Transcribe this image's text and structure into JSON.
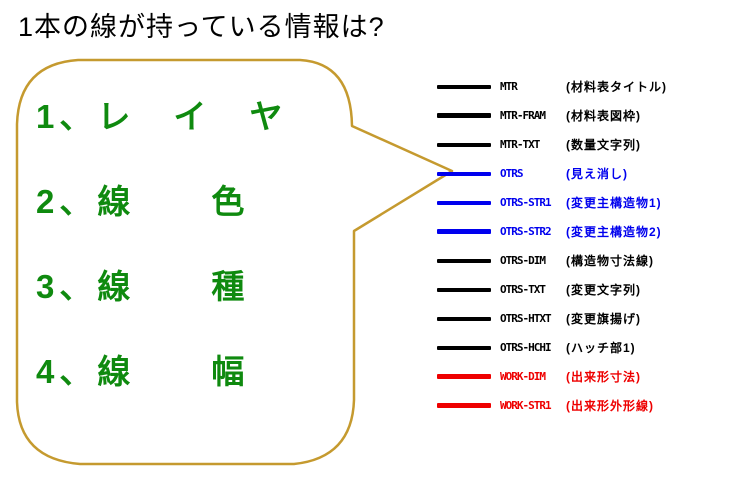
{
  "title": "1本の線が持っている情報は?",
  "bubble": {
    "border_color": "#C59A2F",
    "text_color": "#0F8A0F",
    "items": [
      "1、レ　イ　ヤ",
      "2、線　　色",
      "3、線　　種",
      "4、線　　幅"
    ]
  },
  "legend": {
    "colors": {
      "black": "#000000",
      "blue": "#0000EE",
      "red": "#EE0000"
    },
    "rows": [
      {
        "layer": "MTR",
        "desc": "(材料表タイトル)",
        "color": "#000000",
        "thickness": 4
      },
      {
        "layer": "MTR-FRAM",
        "desc": "(材料表図枠)",
        "color": "#000000",
        "thickness": 5
      },
      {
        "layer": "MTR-TXT",
        "desc": "(数量文字列)",
        "color": "#000000",
        "thickness": 4
      },
      {
        "layer": "OTRS",
        "desc": "(見え消し)",
        "color": "#0000EE",
        "thickness": 4
      },
      {
        "layer": "OTRS-STR1",
        "desc": "(変更主構造物1)",
        "color": "#0000EE",
        "thickness": 4
      },
      {
        "layer": "OTRS-STR2",
        "desc": "(変更主構造物2)",
        "color": "#0000EE",
        "thickness": 5
      },
      {
        "layer": "OTRS-DIM",
        "desc": "(構造物寸法線)",
        "color": "#000000",
        "thickness": 4
      },
      {
        "layer": "OTRS-TXT",
        "desc": "(変更文字列)",
        "color": "#000000",
        "thickness": 4
      },
      {
        "layer": "OTRS-HTXT",
        "desc": "(変更旗揚げ)",
        "color": "#000000",
        "thickness": 4
      },
      {
        "layer": "OTRS-HCHI",
        "desc": "(ハッチ部1)",
        "color": "#000000",
        "thickness": 4
      },
      {
        "layer": "WORK-DIM",
        "desc": "(出来形寸法)",
        "color": "#EE0000",
        "thickness": 5
      },
      {
        "layer": "WORK-STR1",
        "desc": "(出来形外形線)",
        "color": "#EE0000",
        "thickness": 5
      }
    ]
  }
}
